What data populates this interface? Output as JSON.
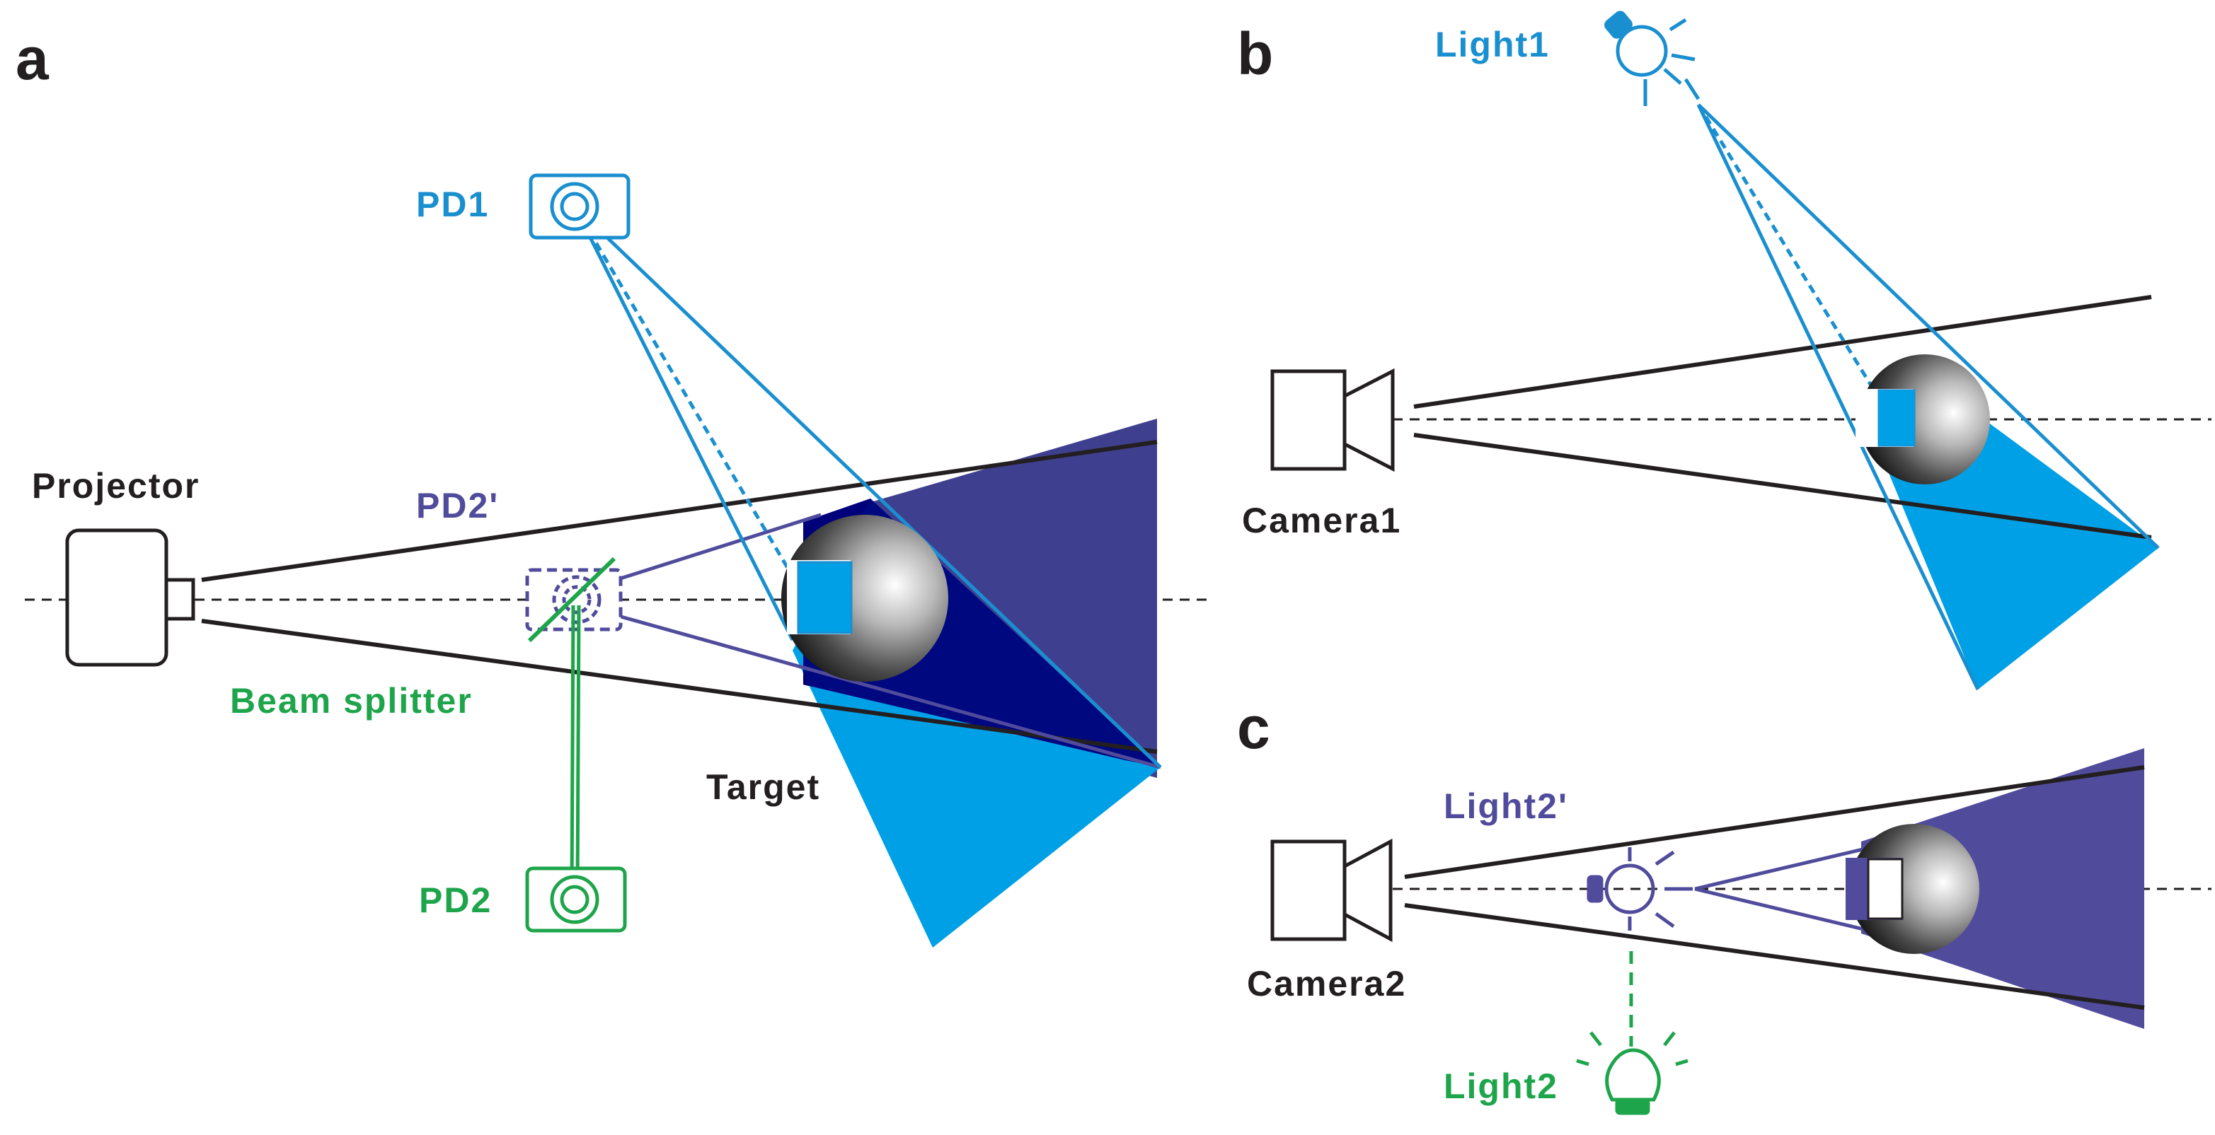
{
  "colors": {
    "dark": "#231f20",
    "cyan": "#00a0e6",
    "cyan_line": "#1a8fd0",
    "purple": "#3f3f8f",
    "purple_line": "#514b9c",
    "navy": "#00007a",
    "green": "#1ea54b",
    "background": "#ffffff"
  },
  "panels": {
    "a": {
      "letter": "a",
      "labels": {
        "projector": "Projector",
        "pd1": "PD1",
        "pd2_prime": "PD2'",
        "beam_splitter": "Beam splitter",
        "target": "Target",
        "pd2": "PD2"
      }
    },
    "b": {
      "letter": "b",
      "labels": {
        "light1": "Light1",
        "camera1": "Camera1"
      }
    },
    "c": {
      "letter": "c",
      "labels": {
        "light2_prime": "Light2'",
        "camera2": "Camera2",
        "light2": "Light2"
      }
    }
  }
}
